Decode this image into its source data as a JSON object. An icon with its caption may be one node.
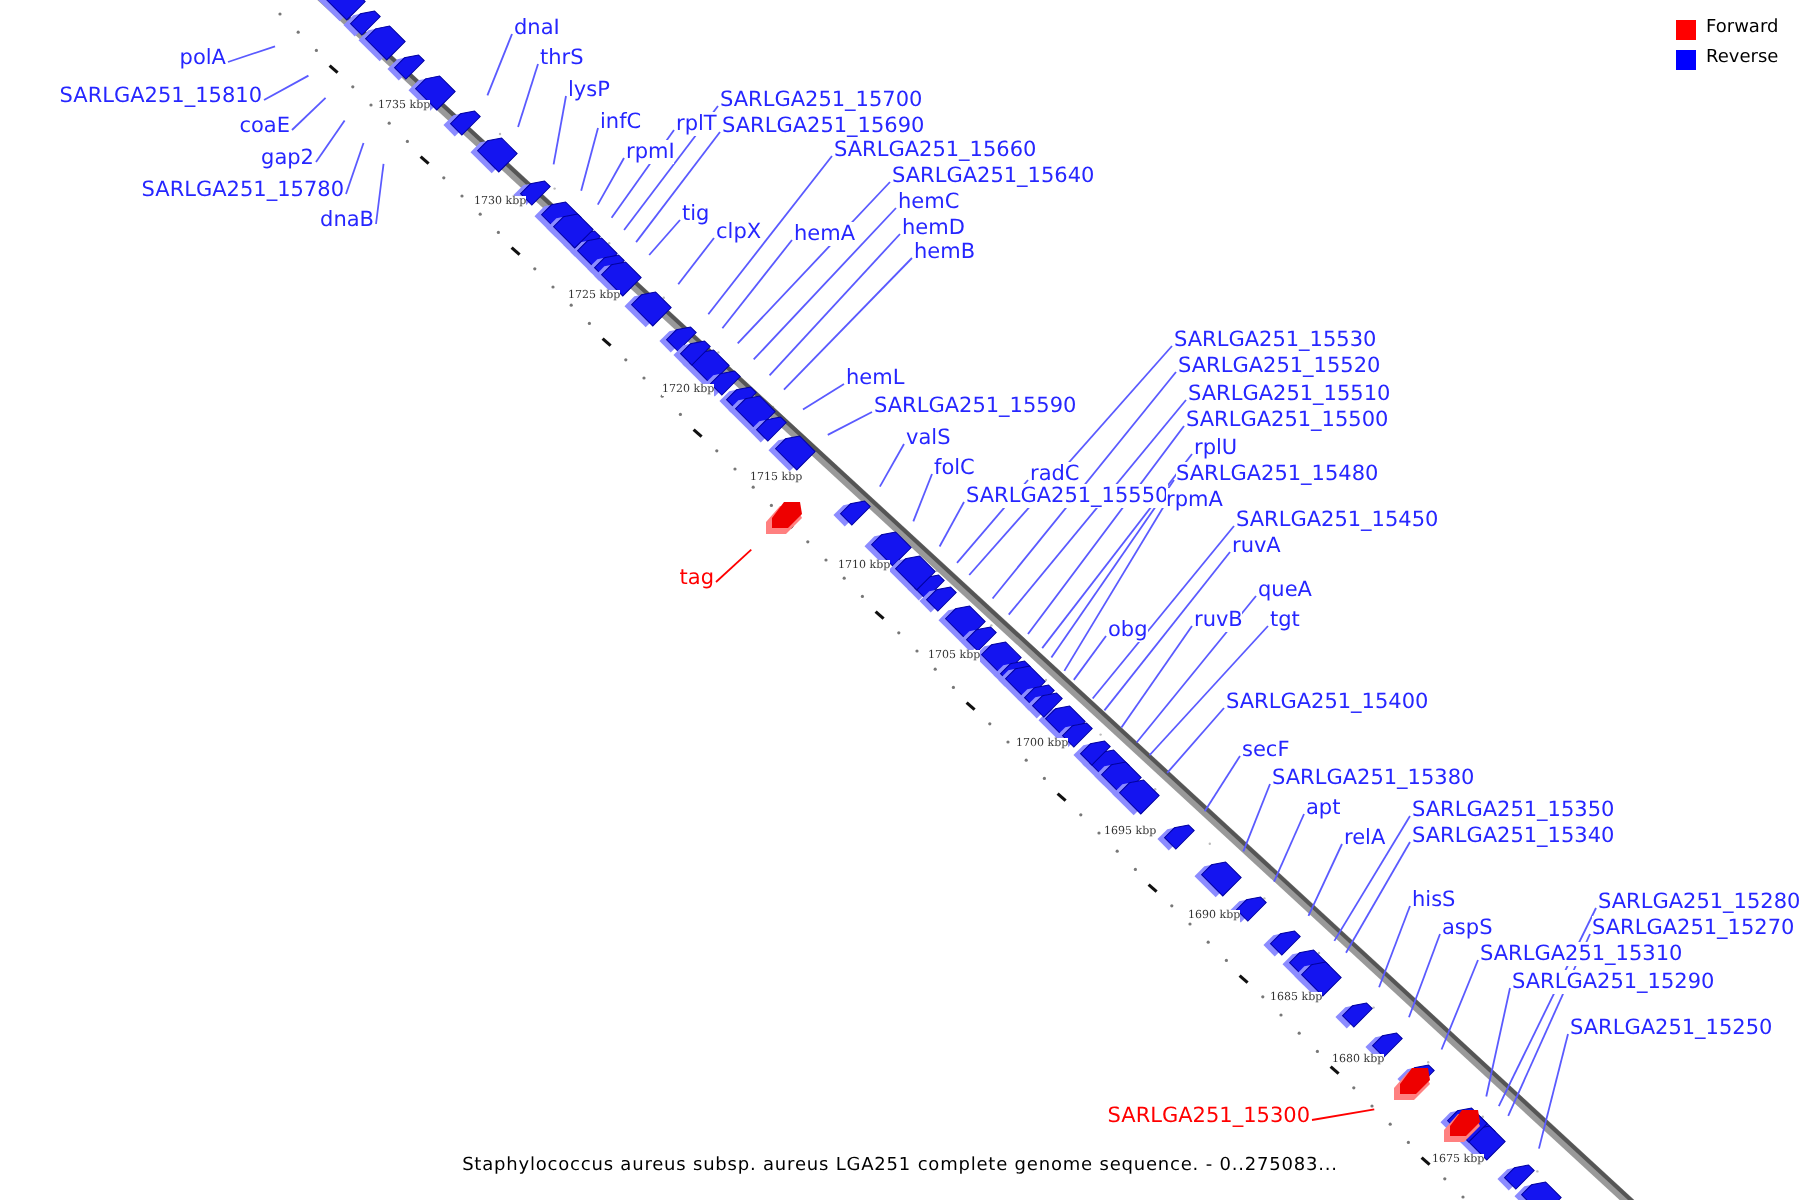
{
  "diagram": {
    "caption": "Staphylococcus aureus subsp. aureus LGA251 complete genome sequence. - 0..275083...",
    "nodes": [
      {
        "text": [
          "polA"
        ]
      },
      {
        "text": [
          "SARLGA251_15810"
        ]
      },
      {
        "text": [
          "coaE"
        ]
      },
      {
        "text": [
          "gap2"
        ]
      },
      {
        "text": [
          "SARLGA251_15780"
        ]
      },
      {
        "text": [
          "dnaB"
        ]
      },
      {
        "text": [
          "dnaI"
        ]
      },
      {
        "text": [
          "thrS"
        ]
      },
      {
        "text": [
          "lysP"
        ]
      },
      {
        "text": [
          "infC"
        ]
      },
      {
        "text": [
          "rplT"
        ]
      },
      {
        "text": [
          "SARLGA251_15700"
        ]
      },
      {
        "text": [
          "SARLGA251_15690"
        ]
      },
      {
        "text": [
          "rpmI"
        ]
      },
      {
        "text": [
          "SARLGA251_15660"
        ]
      },
      {
        "text": [
          "SARLGA251_15640"
        ]
      },
      {
        "text": [
          "hemC"
        ]
      },
      {
        "text": [
          "tig"
        ]
      },
      {
        "text": [
          "hemD"
        ]
      },
      {
        "text": [
          "clpX"
        ]
      },
      {
        "text": [
          "hemA"
        ]
      },
      {
        "text": [
          "hemB"
        ]
      },
      {
        "text": [
          "hemL"
        ]
      },
      {
        "text": [
          "SARLGA251_15590"
        ]
      },
      {
        "text": [
          "valS"
        ]
      },
      {
        "text": [
          "folC"
        ]
      },
      {
        "text": [
          "radC"
        ]
      },
      {
        "text": [
          "SARLGA251_15550"
        ]
      },
      {
        "text": [
          "SARLGA251_15530"
        ]
      },
      {
        "text": [
          "SARLGA251_15520"
        ]
      },
      {
        "text": [
          "SARLGA251_15510"
        ]
      },
      {
        "text": [
          "SARLGA251_15500"
        ]
      },
      {
        "text": [
          "rplU"
        ]
      },
      {
        "text": [
          "SARLGA251_15480"
        ]
      },
      {
        "text": [
          "rpmA"
        ]
      },
      {
        "text": [
          "SARLGA251_15450"
        ]
      },
      {
        "text": [
          "ruvA"
        ]
      },
      {
        "text": [
          "tag"
        ]
      },
      {
        "text": [
          "queA"
        ]
      },
      {
        "text": [
          "ruvB"
        ]
      },
      {
        "text": [
          "tgt"
        ]
      },
      {
        "text": [
          "obg"
        ]
      },
      {
        "text": [
          "SARLGA251_15400"
        ]
      },
      {
        "text": [
          "secF"
        ]
      },
      {
        "text": [
          "SARLGA251_15380"
        ]
      },
      {
        "text": [
          "apt"
        ]
      },
      {
        "text": [
          "SARLGA251_15350"
        ]
      },
      {
        "text": [
          "relA"
        ]
      },
      {
        "text": [
          "SARLGA251_15340"
        ]
      },
      {
        "text": [
          "hisS"
        ]
      },
      {
        "text": [
          "SARLGA251_15280"
        ]
      },
      {
        "text": [
          "aspS"
        ]
      },
      {
        "text": [
          "SARLGA251_15270"
        ]
      },
      {
        "text": [
          "SARLGA251_15310"
        ]
      },
      {
        "text": [
          "SARLGA251_15290"
        ]
      },
      {
        "text": [
          "SARLGA251_15250"
        ]
      },
      {
        "text": [
          "SARLGA251_15300"
        ]
      }
    ],
    "edges": [
      {
        "from": 0,
        "to": null,
        "arrow": "none"
      },
      {
        "from": 1,
        "to": null,
        "arrow": "none"
      },
      {
        "from": 2,
        "to": null,
        "arrow": "none"
      },
      {
        "from": 3,
        "to": null,
        "arrow": "none"
      },
      {
        "from": 4,
        "to": null,
        "arrow": "none"
      },
      {
        "from": 5,
        "to": null,
        "arrow": "none"
      },
      {
        "from": 6,
        "to": null,
        "arrow": "none"
      },
      {
        "from": 7,
        "to": null,
        "arrow": "none"
      },
      {
        "from": 8,
        "to": null,
        "arrow": "none"
      },
      {
        "from": 9,
        "to": null,
        "arrow": "none"
      },
      {
        "from": 10,
        "to": null,
        "arrow": "none"
      },
      {
        "from": 11,
        "to": null,
        "arrow": "none"
      },
      {
        "from": 12,
        "to": null,
        "arrow": "none"
      },
      {
        "from": 13,
        "to": null,
        "arrow": "none"
      },
      {
        "from": 14,
        "to": null,
        "arrow": "none"
      },
      {
        "from": 15,
        "to": null,
        "arrow": "none"
      },
      {
        "from": 16,
        "to": null,
        "arrow": "none"
      },
      {
        "from": 17,
        "to": null,
        "arrow": "none"
      },
      {
        "from": 18,
        "to": null,
        "arrow": "none"
      },
      {
        "from": 19,
        "to": null,
        "arrow": "none"
      },
      {
        "from": 20,
        "to": null,
        "arrow": "none"
      },
      {
        "from": 21,
        "to": null,
        "arrow": "none"
      },
      {
        "from": 22,
        "to": null,
        "arrow": "none"
      },
      {
        "from": 23,
        "to": null,
        "arrow": "none"
      },
      {
        "from": 24,
        "to": null,
        "arrow": "none"
      },
      {
        "from": 25,
        "to": null,
        "arrow": "none"
      },
      {
        "from": 26,
        "to": null,
        "arrow": "none"
      },
      {
        "from": 27,
        "to": null,
        "arrow": "none"
      },
      {
        "from": 28,
        "to": null,
        "arrow": "none"
      },
      {
        "from": 29,
        "to": null,
        "arrow": "none"
      },
      {
        "from": 30,
        "to": null,
        "arrow": "none"
      },
      {
        "from": 31,
        "to": null,
        "arrow": "none"
      },
      {
        "from": 32,
        "to": null,
        "arrow": "none"
      },
      {
        "from": 33,
        "to": null,
        "arrow": "none"
      },
      {
        "from": 34,
        "to": null,
        "arrow": "none"
      },
      {
        "from": 35,
        "to": null,
        "arrow": "none"
      },
      {
        "from": 36,
        "to": null,
        "arrow": "none"
      },
      {
        "from": 37,
        "to": null,
        "arrow": "none",
        "color": "#ff0000"
      },
      {
        "from": 38,
        "to": null,
        "arrow": "none"
      },
      {
        "from": 39,
        "to": null,
        "arrow": "none"
      },
      {
        "from": 40,
        "to": null,
        "arrow": "none"
      },
      {
        "from": 41,
        "to": null,
        "arrow": "none"
      },
      {
        "from": 42,
        "to": null,
        "arrow": "none"
      },
      {
        "from": 43,
        "to": null,
        "arrow": "none"
      },
      {
        "from": 44,
        "to": null,
        "arrow": "none"
      },
      {
        "from": 45,
        "to": null,
        "arrow": "none"
      },
      {
        "from": 46,
        "to": null,
        "arrow": "none"
      },
      {
        "from": 47,
        "to": null,
        "arrow": "none"
      },
      {
        "from": 48,
        "to": null,
        "arrow": "none"
      },
      {
        "from": 49,
        "to": null,
        "arrow": "none"
      },
      {
        "from": 50,
        "to": null,
        "arrow": "none"
      },
      {
        "from": 51,
        "to": null,
        "arrow": "none"
      },
      {
        "from": 52,
        "to": null,
        "arrow": "none"
      },
      {
        "from": 53,
        "to": null,
        "arrow": "none"
      },
      {
        "from": 54,
        "to": null,
        "arrow": "none"
      },
      {
        "from": 55,
        "to": null,
        "arrow": "none"
      },
      {
        "from": 56,
        "to": null,
        "arrow": "none",
        "color": "#ff0000"
      }
    ],
    "labels": [
      "1735 kbp",
      "1730 kbp",
      "1725 kbp",
      "1720 kbp",
      "1715 kbp",
      "1710 kbp",
      "1705 kbp",
      "1700 kbp",
      "1695 kbp",
      "1690 kbp",
      "1685 kbp",
      "1680 kbp",
      "1675 kbp"
    ],
    "legend": [
      {
        "text": "Forward",
        "color": "#ff0000"
      },
      {
        "text": "Reverse",
        "color": "#0000ff"
      }
    ]
  }
}
